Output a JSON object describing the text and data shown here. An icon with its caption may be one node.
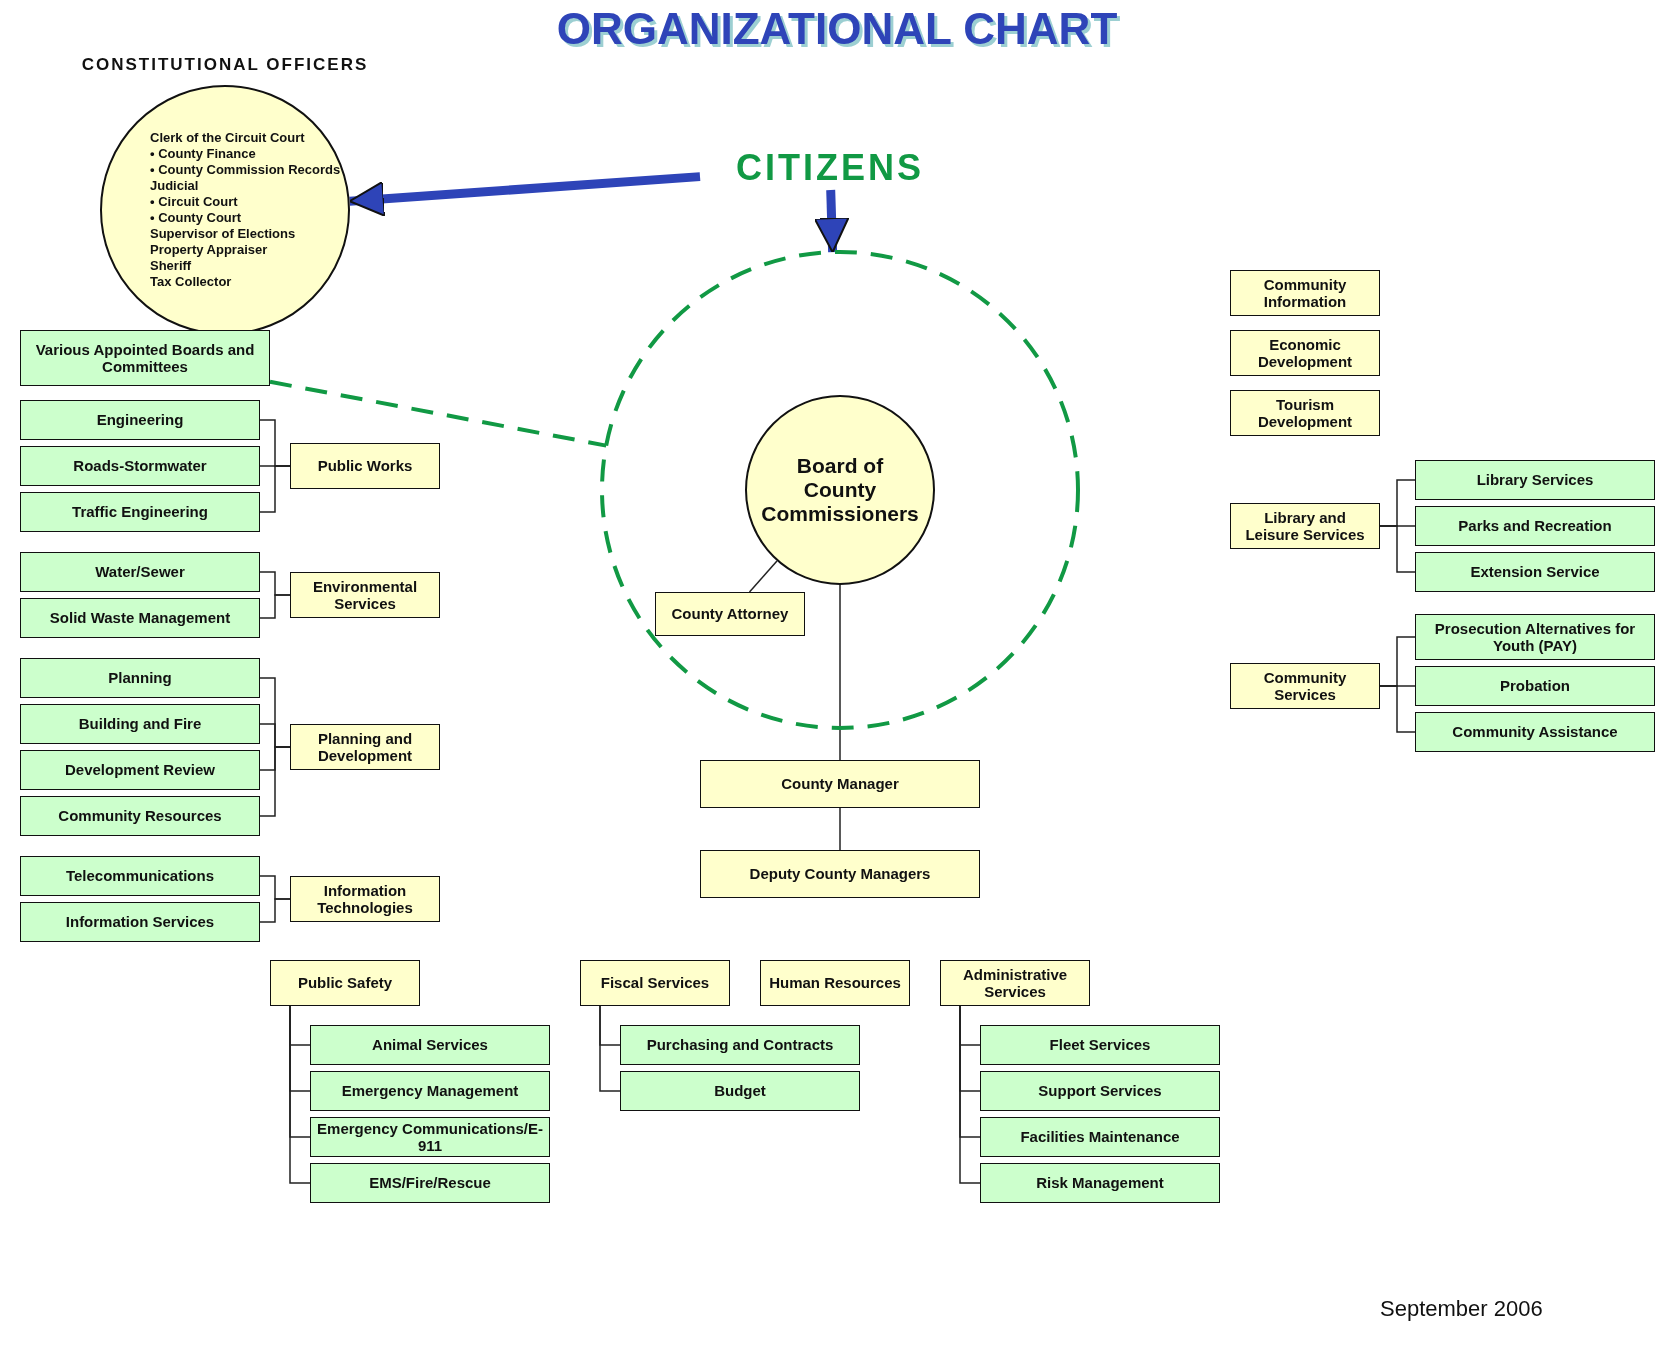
{
  "diagram": {
    "title": "ORGANIZATIONAL CHART",
    "nodes": [
      {
        "text": [
          "CONSTITUTIONAL OFFICERS",
          "Clerk of the Circuit Court",
          "• County Finance",
          "• County Commission Records",
          "Judicial",
          "• Circuit Court",
          "• County Court",
          "Supervisor of Elections",
          "Property Appraiser",
          "Sheriff",
          "Tax Collector"
        ]
      },
      {
        "text": [
          "CITIZENS"
        ]
      },
      {
        "text": [],
        "shape": "circle"
      },
      {
        "text": [
          "Board of County Commissioners"
        ],
        "in": 2
      },
      {
        "text": [
          "County Attorney"
        ],
        "in": 2
      },
      {
        "text": [
          "Various Appointed Boards and Committees"
        ]
      },
      {
        "text": [
          "County Manager"
        ]
      },
      {
        "text": [
          "Deputy County Managers"
        ]
      },
      {
        "text": [
          "Public Works"
        ]
      },
      {
        "text": [
          "Engineering"
        ]
      },
      {
        "text": [
          "Roads-Stormwater"
        ]
      },
      {
        "text": [
          "Traffic Engineering"
        ]
      },
      {
        "text": [
          "Environmental Services"
        ]
      },
      {
        "text": [
          "Water/Sewer"
        ]
      },
      {
        "text": [
          "Solid Waste Management"
        ]
      },
      {
        "text": [
          "Planning and Development"
        ]
      },
      {
        "text": [
          "Planning"
        ]
      },
      {
        "text": [
          "Building and Fire"
        ]
      },
      {
        "text": [
          "Development Review"
        ]
      },
      {
        "text": [
          "Community Resources"
        ]
      },
      {
        "text": [
          "Information Technologies"
        ]
      },
      {
        "text": [
          "Telecommunications"
        ]
      },
      {
        "text": [
          "Information Services"
        ]
      },
      {
        "text": [
          "Public Safety"
        ]
      },
      {
        "text": [
          "Animal Services"
        ]
      },
      {
        "text": [
          "Emergency Management"
        ]
      },
      {
        "text": [
          "Emergency Communications/E-911"
        ]
      },
      {
        "text": [
          "EMS/Fire/Rescue"
        ]
      },
      {
        "text": [
          "Fiscal Services"
        ]
      },
      {
        "text": [
          "Purchasing and Contracts"
        ]
      },
      {
        "text": [
          "Budget"
        ]
      },
      {
        "text": [
          "Human Resources"
        ]
      },
      {
        "text": [
          "Administrative Services"
        ]
      },
      {
        "text": [
          "Fleet Services"
        ]
      },
      {
        "text": [
          "Support Services"
        ]
      },
      {
        "text": [
          "Facilities Maintenance"
        ]
      },
      {
        "text": [
          "Risk Management"
        ]
      },
      {
        "text": [
          "Community Services"
        ]
      },
      {
        "text": [
          "Prosecution Alternatives for Youth (PAY)"
        ]
      },
      {
        "text": [
          "Probation"
        ]
      },
      {
        "text": [
          "Community Assistance"
        ]
      },
      {
        "text": [
          "Library and Leisure Services"
        ]
      },
      {
        "text": [
          "Library Services"
        ]
      },
      {
        "text": [
          "Parks and Recreation"
        ]
      },
      {
        "text": [
          "Extension Service"
        ]
      },
      {
        "text": [
          "Tourism Development"
        ]
      },
      {
        "text": [
          "Economic Development"
        ]
      },
      {
        "text": [
          "Community Information"
        ]
      }
    ],
    "edges": [
      {
        "from": 1,
        "to": 0,
        "arrow": "to",
        "style": "thick",
        "color": "#2e44b8"
      },
      {
        "from": 1,
        "to": 2,
        "arrow": "to",
        "style": "thick",
        "color": "#2e44b8"
      },
      {
        "from": 5,
        "to": 2,
        "arrow": "none",
        "style": "dashed",
        "color": "#119944"
      },
      {
        "from": 3,
        "to": 4,
        "arrow": "none"
      },
      {
        "from": 3,
        "to": 6,
        "arrow": "none"
      },
      {
        "from": 6,
        "to": 7,
        "arrow": "none"
      },
      {
        "from": 8,
        "to": 9,
        "arrow": "none"
      },
      {
        "from": 8,
        "to": 10,
        "arrow": "none"
      },
      {
        "from": 8,
        "to": 11,
        "arrow": "none"
      },
      {
        "from": 12,
        "to": 13,
        "arrow": "none"
      },
      {
        "from": 12,
        "to": 14,
        "arrow": "none"
      },
      {
        "from": 15,
        "to": 16,
        "arrow": "none"
      },
      {
        "from": 15,
        "to": 17,
        "arrow": "none"
      },
      {
        "from": 15,
        "to": 18,
        "arrow": "none"
      },
      {
        "from": 15,
        "to": 19,
        "arrow": "none"
      },
      {
        "from": 20,
        "to": 21,
        "arrow": "none"
      },
      {
        "from": 20,
        "to": 22,
        "arrow": "none"
      },
      {
        "from": 23,
        "to": 24,
        "arrow": "none"
      },
      {
        "from": 23,
        "to": 25,
        "arrow": "none"
      },
      {
        "from": 23,
        "to": 26,
        "arrow": "none"
      },
      {
        "from": 23,
        "to": 27,
        "arrow": "none"
      },
      {
        "from": 28,
        "to": 29,
        "arrow": "none"
      },
      {
        "from": 28,
        "to": 30,
        "arrow": "none"
      },
      {
        "from": 32,
        "to": 33,
        "arrow": "none"
      },
      {
        "from": 32,
        "to": 34,
        "arrow": "none"
      },
      {
        "from": 32,
        "to": 35,
        "arrow": "none"
      },
      {
        "from": 32,
        "to": 36,
        "arrow": "none"
      },
      {
        "from": 37,
        "to": 38,
        "arrow": "none"
      },
      {
        "from": 37,
        "to": 39,
        "arrow": "none"
      },
      {
        "from": 37,
        "to": 40,
        "arrow": "none"
      },
      {
        "from": 41,
        "to": 42,
        "arrow": "none"
      },
      {
        "from": 41,
        "to": 43,
        "arrow": "none"
      },
      {
        "from": 41,
        "to": 44,
        "arrow": "none"
      }
    ],
    "labels": [
      "September 2006"
    ]
  }
}
